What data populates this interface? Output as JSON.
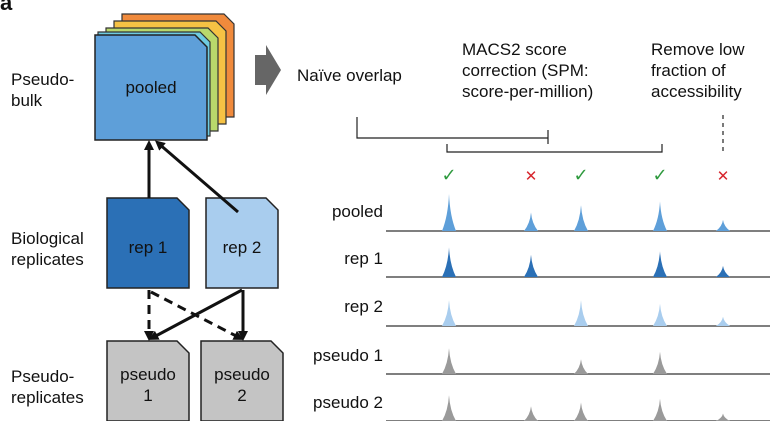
{
  "panel_letter": "a",
  "left": {
    "row_labels": {
      "pseudobulk": "Pseudo-\nbulk",
      "biological": "Biological\nreplicates",
      "pseudoreplicates": "Pseudo-\nreplicates"
    },
    "boxes": {
      "pooled": "pooled",
      "rep1": "rep 1",
      "rep2": "rep 2",
      "pseudo1": "pseudo\n1",
      "pseudo2": "pseudo\n2"
    },
    "stack_colors": [
      "#f08a3c",
      "#f6c244",
      "#b9d86b",
      "#6ecbe0"
    ],
    "colors": {
      "pooled": "#5e9fd9",
      "rep1": "#2b70b6",
      "rep2": "#a9cdee",
      "pseudo": "#c4c4c4"
    }
  },
  "right": {
    "headers": {
      "naive": "Naïve overlap",
      "macs2": "MACS2 score\ncorrection (SPM:\nscore-per-million)",
      "remove": "Remove low\nfraction of\naccessibility"
    },
    "marks": [
      {
        "symbol": "✓",
        "status": "pass"
      },
      {
        "symbol": "✕",
        "status": "fail"
      },
      {
        "symbol": "✓",
        "status": "pass"
      },
      {
        "symbol": "✓",
        "status": "pass"
      },
      {
        "symbol": "✕",
        "status": "fail"
      }
    ],
    "mark_colors": {
      "pass": "#2e9a3e",
      "fail": "#d7262e"
    },
    "tracks": [
      {
        "name": "pooled",
        "color": "#5e9fd9",
        "peaks": [
          1.0,
          0.5,
          0.7,
          0.8,
          0.3
        ]
      },
      {
        "name": "rep 1",
        "color": "#2b70b6",
        "peaks": [
          0.8,
          0.6,
          0.0,
          0.7,
          0.3
        ]
      },
      {
        "name": "rep 2",
        "color": "#a9cdee",
        "peaks": [
          0.7,
          0.0,
          0.7,
          0.6,
          0.25
        ]
      },
      {
        "name": "pseudo 1",
        "color": "#9a9a9a",
        "peaks": [
          0.7,
          0.0,
          0.4,
          0.6,
          0.0
        ]
      },
      {
        "name": "pseudo 2",
        "color": "#9a9a9a",
        "peaks": [
          0.7,
          0.4,
          0.5,
          0.6,
          0.2
        ]
      }
    ]
  }
}
